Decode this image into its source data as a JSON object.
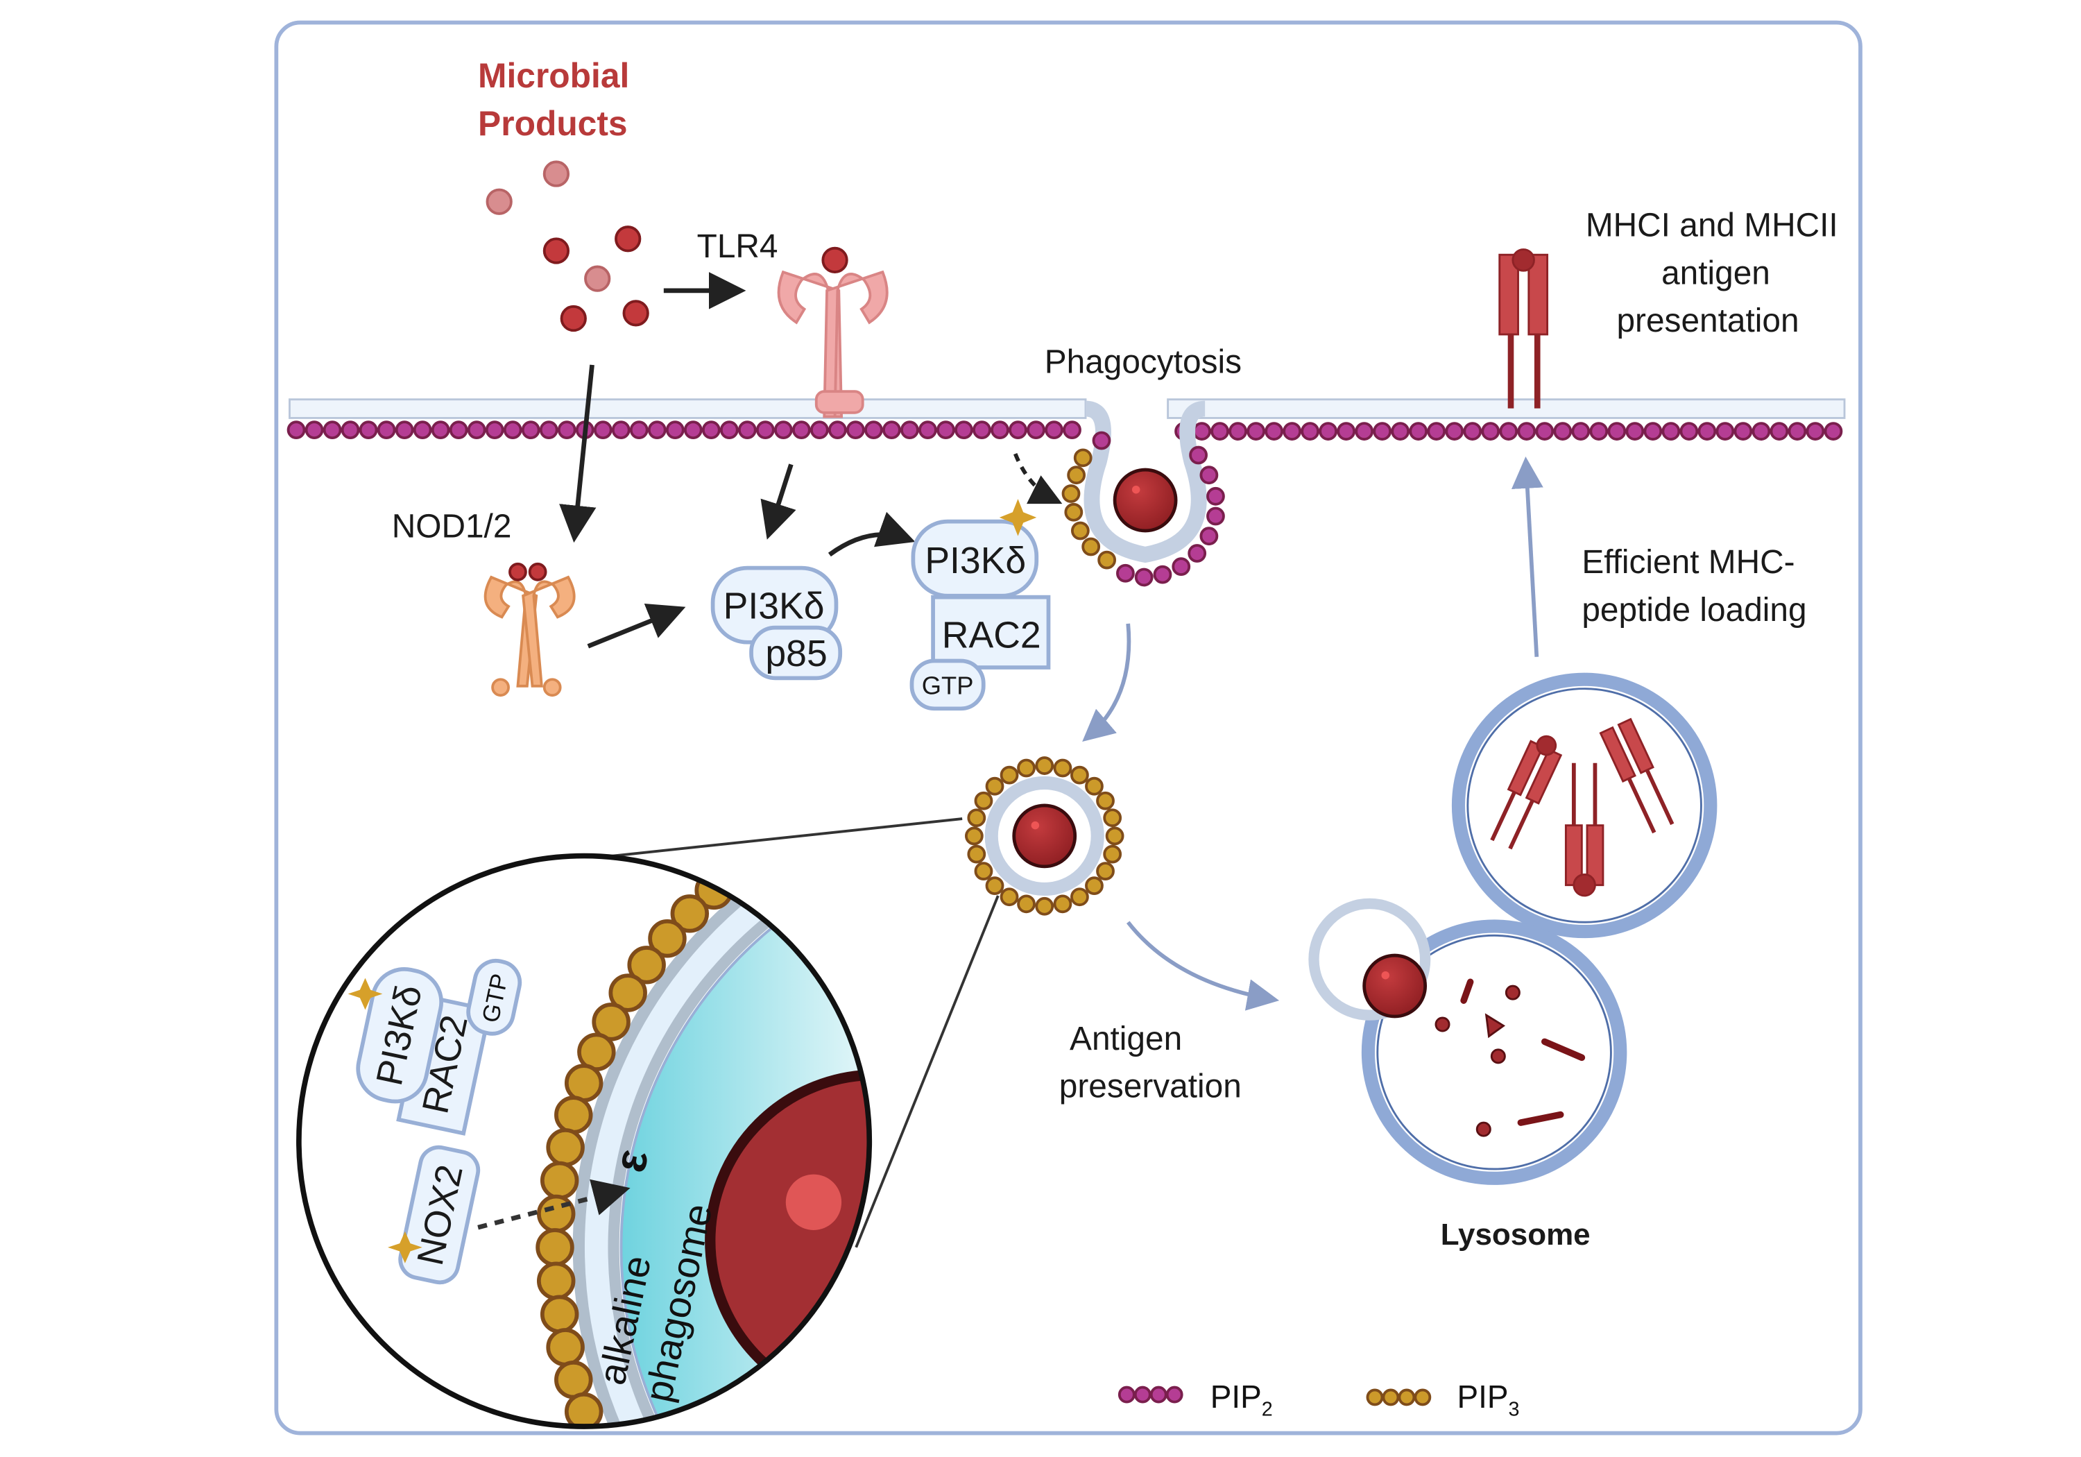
{
  "labels": {
    "microbial_line1": "Microbial",
    "microbial_line2": "Products",
    "tlr4": "TLR4",
    "nod": "NOD1/2",
    "phagocytosis": "Phagocytosis",
    "mhc_line1": "MHCI and MHCII",
    "mhc_line2": "antigen",
    "mhc_line3": "presentation",
    "efficient_line1": "Efficient MHC-",
    "efficient_line2": "peptide loading",
    "antigen_line1": "Antigen",
    "antigen_line2": "preservation",
    "lysosome": "Lysosome",
    "alkaline": "alkaline",
    "phagosome": "phagosome",
    "ros_symbol": "ε"
  },
  "proteins": {
    "pi3k": "PI3Kδ",
    "p85": "p85",
    "rac2": "RAC2",
    "gtp": "GTP",
    "nox2": "NOX2"
  },
  "legend": {
    "pip2_base": "PIP",
    "pip2_sub": "2",
    "pip3_base": "PIP",
    "pip3_sub": "3"
  },
  "colors": {
    "frame": "#9fb3da",
    "microbial_text": "#b83a3a",
    "pip2_fill": "#b53d94",
    "pip2_stroke": "#7a1f4d",
    "pip3_fill": "#cc9a2a",
    "pip3_stroke": "#7f4c1a",
    "antigen": "#a22b2f",
    "phagosome_lumen": "#7dd6e0"
  }
}
